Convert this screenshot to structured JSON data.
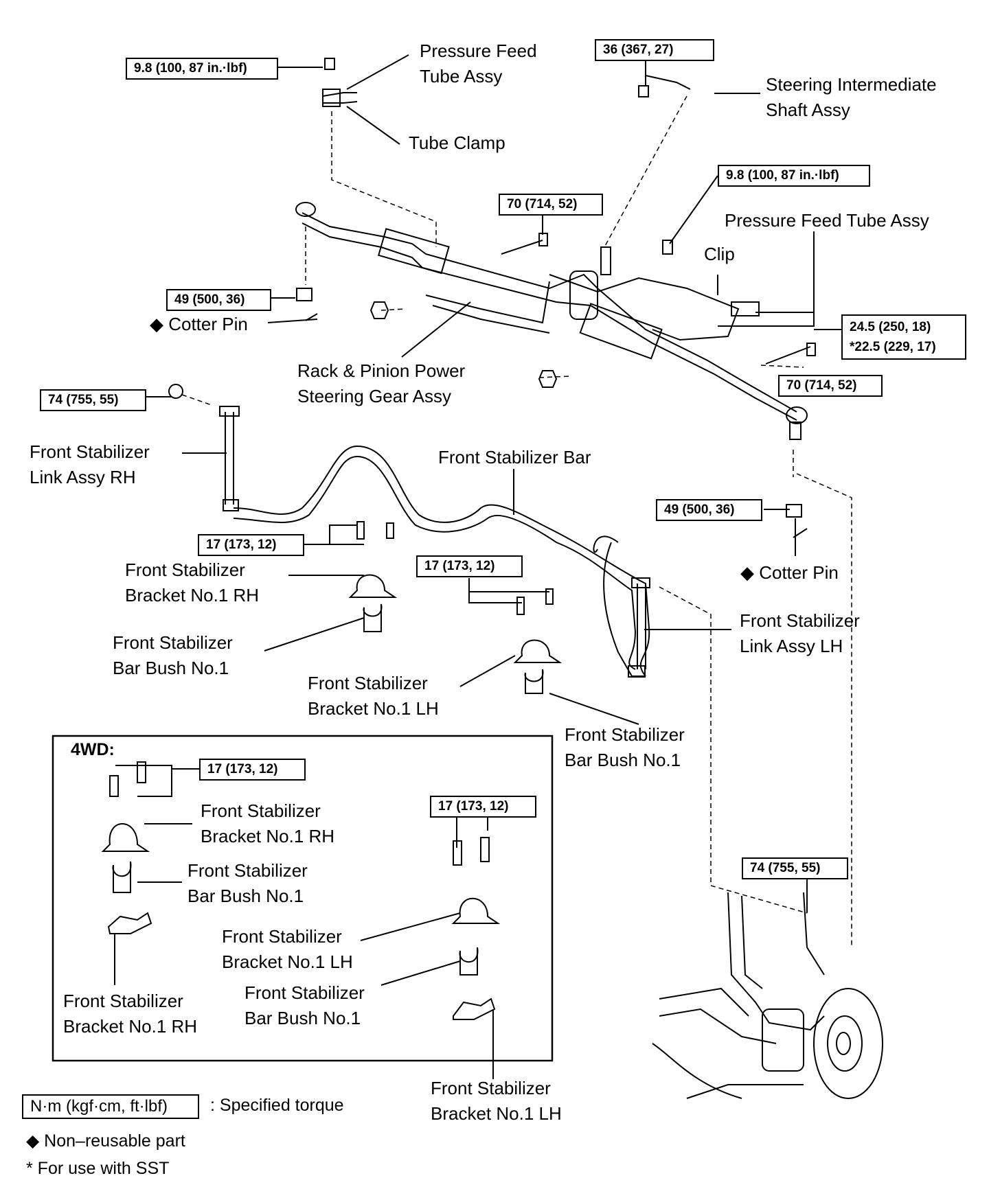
{
  "labels": {
    "pressure_feed_tube_top": "Pressure Feed\nTube Assy",
    "tube_clamp": "Tube Clamp",
    "steering_intermediate_shaft": "Steering Intermediate\nShaft Assy",
    "pressure_feed_tube_right": "Pressure Feed Tube Assy",
    "clip": "Clip",
    "cotter_pin_left": "◆ Cotter Pin",
    "rack_pinion": "Rack & Pinion Power\nSteering Gear Assy",
    "link_rh": "Front Stabilizer\nLink Assy RH",
    "stabilizer_bar": "Front Stabilizer Bar",
    "cotter_pin_right": "◆ Cotter Pin",
    "bracket_rh": "Front Stabilizer\nBracket No.1 RH",
    "bush_rh": "Front Stabilizer\nBar Bush No.1",
    "link_lh": "Front Stabilizer\nLink Assy LH",
    "bracket_lh": "Front Stabilizer\nBracket No.1 LH",
    "bush_lh": "Front Stabilizer\nBar Bush No.1",
    "wd4_bracket_rh": "Front Stabilizer\nBracket No.1 RH",
    "wd4_bush_rh": "Front Stabilizer\nBar Bush No.1",
    "wd4_bracket_lh": "Front Stabilizer\nBracket No.1 LH",
    "wd4_bush_lh": "Front Stabilizer\nBar Bush No.1",
    "wd4_bracket_rh_bottom": "Front Stabilizer\nBracket No.1 RH",
    "wd4_bracket_lh_bottom": "Front Stabilizer\nBracket No.1 LH"
  },
  "torques": {
    "t_tube_clamp": "9.8 (100, 87 in.·lbf)",
    "t_int_shaft": "36 (367, 27)",
    "t_pft_right": "9.8 (100, 87 in.·lbf)",
    "t_gear_bolt_top": "70 (714, 52)",
    "t_tie_rod_left": "49 (500, 36)",
    "t_pinion_clamp": "24.5 (250, 18)\n*22.5 (229, 17)",
    "t_gear_bolt_right": "70 (714, 52)",
    "t_link_rh": "74 (755, 55)",
    "t_tie_rod_right": "49 (500, 36)",
    "t_bracket_rh": "17 (173, 12)",
    "t_bracket_lh": "17 (173, 12)",
    "t_4wd_rh": "17 (173, 12)",
    "t_4wd_lh": "17 (173, 12)",
    "t_link_lh": "74 (755, 55)"
  },
  "inset_title": "4WD:",
  "legend": {
    "unit_box": "N·m (kgf·cm, ft·lbf)",
    "unit_desc": ": Specified torque",
    "non_reusable": "◆ Non–reusable part",
    "sst": "* For use with SST"
  }
}
